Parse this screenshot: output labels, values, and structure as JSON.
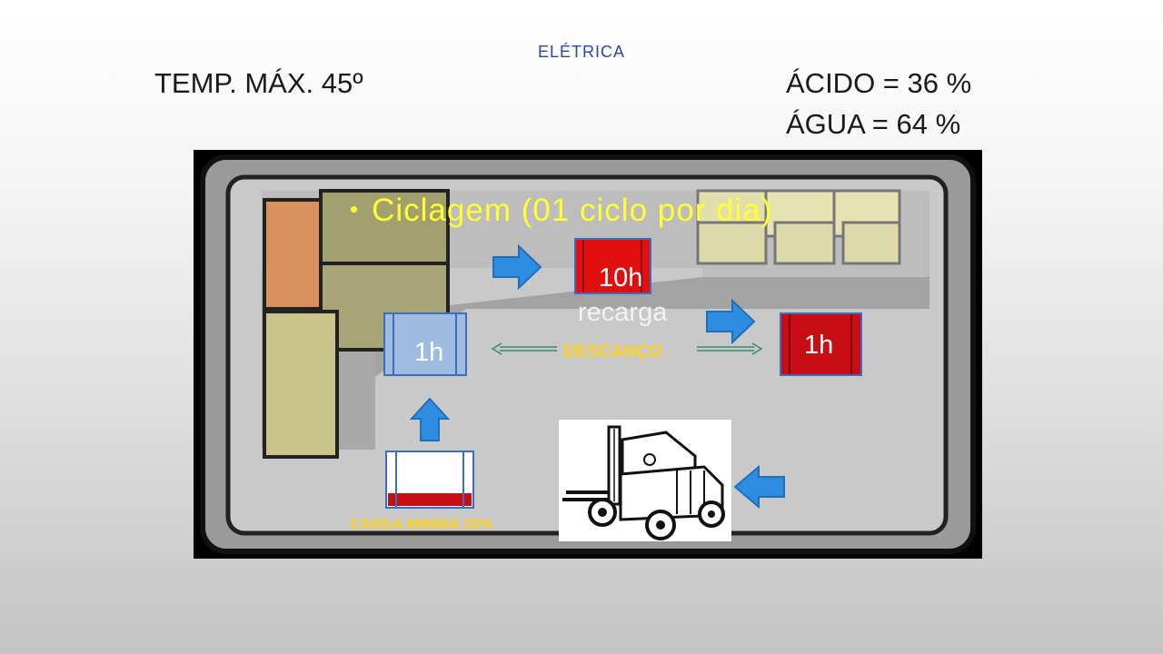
{
  "header": {
    "subtitle": "ELÉTRICA",
    "temp": "TEMP. MÁX. 45º",
    "acid": "ÁCIDO = 36 %",
    "water": "ÁGUA  = 64 %"
  },
  "bullet": "Ciclagem (01 ciclo por dia)",
  "stages": {
    "charge_hours": "10h",
    "charge_label": "recarga",
    "rest_label": "DESCANÇO",
    "rest_before": "1h",
    "rest_after": "1h",
    "min_charge": "CARGA MINIMA 20%"
  },
  "colors": {
    "battery_red": "#d01616",
    "battery_blue": "#9fbbe0",
    "arrow_blue": "#2e8de0",
    "accent_yellow": "#ffff33",
    "label_yellow": "#ffd21e"
  },
  "icons": [
    "arrow-right-icon",
    "arrow-up-icon",
    "arrow-left-icon",
    "double-arrow-icon",
    "forklift-icon",
    "warehouse-floor-plan"
  ]
}
